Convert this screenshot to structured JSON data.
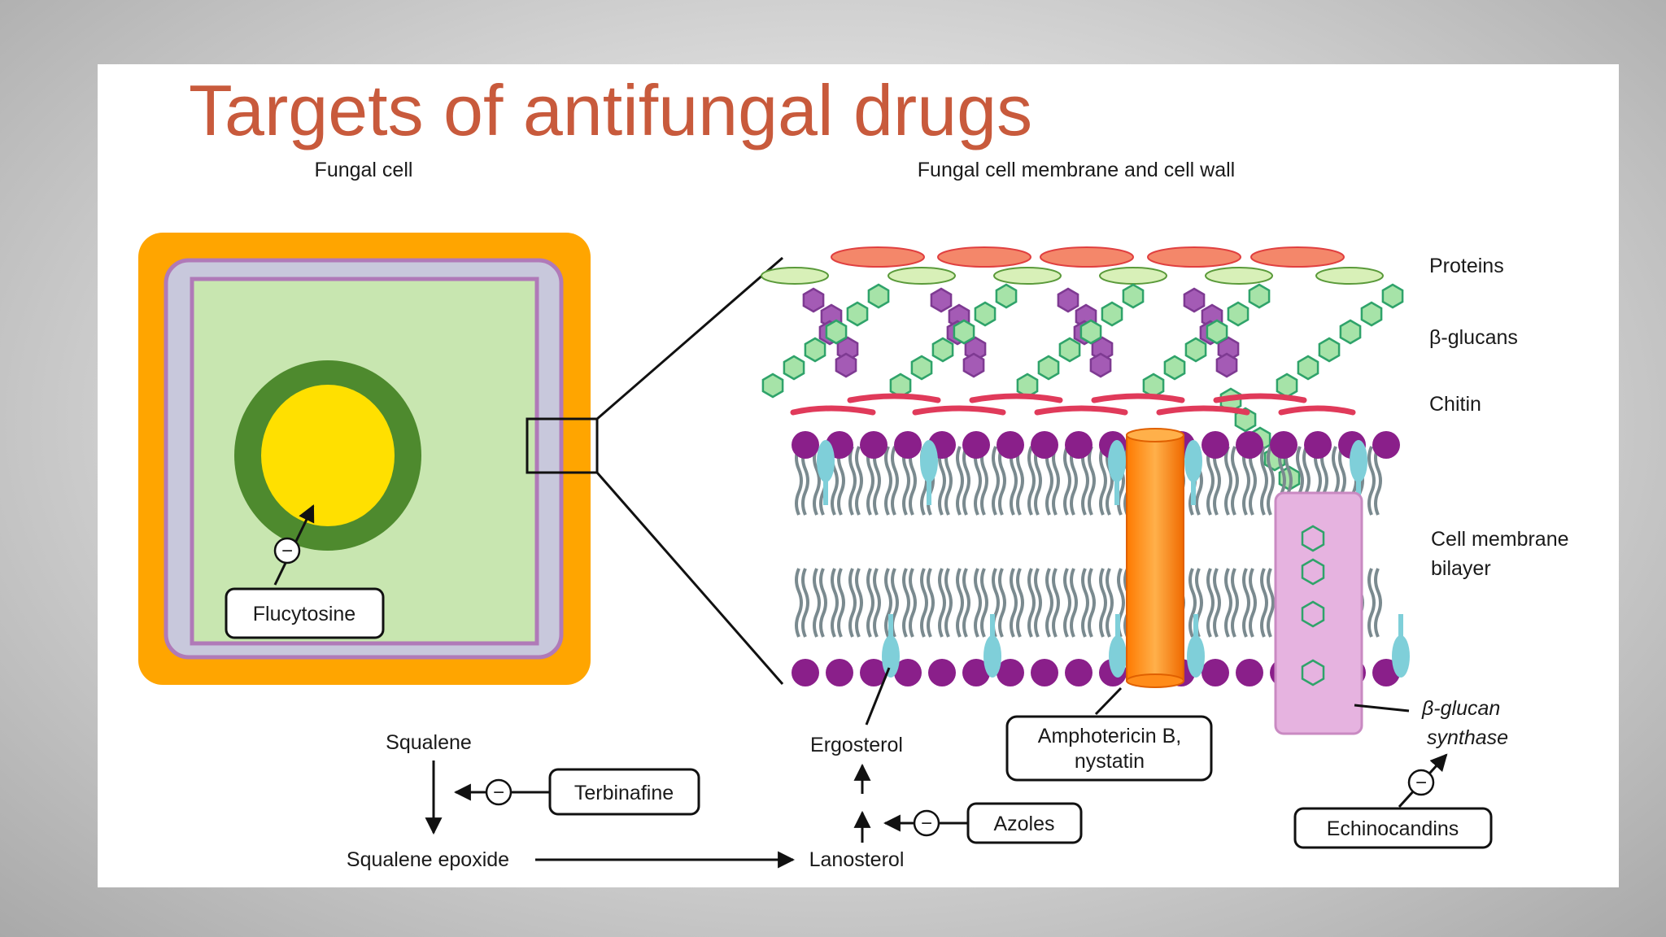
{
  "title": "Targets of antifungal drugs",
  "headings": {
    "fungal_cell": "Fungal cell",
    "membrane_wall": "Fungal cell membrane and cell wall"
  },
  "layer_labels": {
    "proteins": "Proteins",
    "beta_glucans": "β-glucans",
    "chitin": "Chitin",
    "bilayer_line1": "Cell membrane",
    "bilayer_line2": "bilayer",
    "synthase_line1": "β-glucan",
    "synthase_line2": "synthase"
  },
  "pathway": {
    "squalene": "Squalene",
    "squalene_epoxide": "Squalene epoxide",
    "lanosterol": "Lanosterol",
    "ergosterol": "Ergosterol"
  },
  "drugs": {
    "flucytosine": "Flucytosine",
    "terbinafine": "Terbinafine",
    "azoles": "Azoles",
    "amphotericin_line1": "Amphotericin B,",
    "amphotericin_line2": "nystatin",
    "echinocandins": "Echinocandins"
  },
  "inhibitor_symbol": "−",
  "colors": {
    "title": "#c85a3c",
    "cell_wall": "#ffa500",
    "membrane": "#c8c8dc",
    "membrane_edge": "#b07ab8",
    "cytoplasm": "#c8e6b0",
    "nucleus_envelope": "#4e8a2e",
    "nucleus": "#ffe000",
    "protein": "#f4876a",
    "beta_glucan": "#a6e3a8",
    "chitin_hex": "#a45bb5",
    "chitin_band": "#e03a5a",
    "lipid_head": "#8a1f8a",
    "lipid_tail": "#7a8a8f",
    "ergosterol": "#7fcfd9",
    "amphotericin_channel": "#ff8c1a",
    "glucan_synthase": "#e6b3e0"
  }
}
